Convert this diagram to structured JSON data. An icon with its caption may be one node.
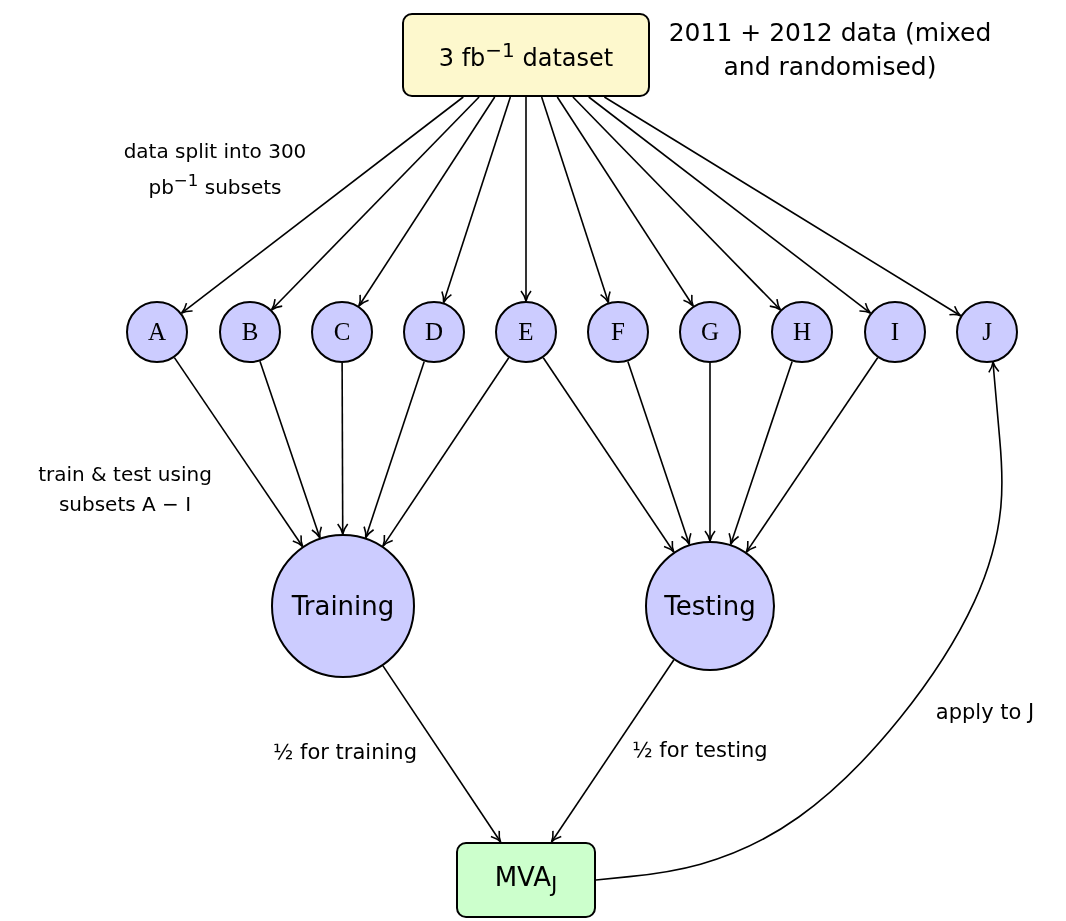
{
  "diagram": {
    "nodes": [
      {
        "text": [
          "3 fb$^{−1}$ dataset"
        ],
        "beside": [
          "2011 + 2012 data (mixed and randomised)"
        ]
      },
      {
        "text": [
          "A"
        ]
      },
      {
        "text": [
          "B"
        ]
      },
      {
        "text": [
          "C"
        ]
      },
      {
        "text": [
          "D"
        ]
      },
      {
        "text": [
          "E"
        ]
      },
      {
        "text": [
          "F"
        ]
      },
      {
        "text": [
          "G"
        ]
      },
      {
        "text": [
          "H"
        ]
      },
      {
        "text": [
          "I"
        ]
      },
      {
        "text": [
          "J"
        ]
      },
      {
        "text": [
          "Training"
        ]
      },
      {
        "text": [
          "Testing"
        ]
      },
      {
        "text": [
          "MVA$_{J}$"
        ]
      }
    ],
    "edges": [
      {
        "from": 0,
        "to": 1,
        "arrow": "to"
      },
      {
        "from": 0,
        "to": 2,
        "arrow": "to"
      },
      {
        "from": 0,
        "to": 3,
        "arrow": "to"
      },
      {
        "from": 0,
        "to": 4,
        "arrow": "to"
      },
      {
        "from": 0,
        "to": 5,
        "arrow": "to"
      },
      {
        "from": 0,
        "to": 6,
        "arrow": "to"
      },
      {
        "from": 0,
        "to": 7,
        "arrow": "to"
      },
      {
        "from": 0,
        "to": 8,
        "arrow": "to"
      },
      {
        "from": 0,
        "to": 9,
        "arrow": "to"
      },
      {
        "from": 0,
        "to": 10,
        "arrow": "to"
      },
      {
        "from": 1,
        "to": 11,
        "arrow": "to"
      },
      {
        "from": 2,
        "to": 11,
        "arrow": "to"
      },
      {
        "from": 3,
        "to": 11,
        "arrow": "to"
      },
      {
        "from": 4,
        "to": 11,
        "arrow": "to"
      },
      {
        "from": 5,
        "to": 11,
        "arrow": "to"
      },
      {
        "from": 5,
        "to": 12,
        "arrow": "to"
      },
      {
        "from": 6,
        "to": 12,
        "arrow": "to"
      },
      {
        "from": 7,
        "to": 12,
        "arrow": "to"
      },
      {
        "from": 8,
        "to": 12,
        "arrow": "to"
      },
      {
        "from": 9,
        "to": 12,
        "arrow": "to"
      },
      {
        "from": 11,
        "to": 13,
        "arrow": "to",
        "label": "½ for training"
      },
      {
        "from": 12,
        "to": 13,
        "arrow": "to",
        "label": "½ for testing"
      },
      {
        "from": 13,
        "to": 10,
        "arrow": "to",
        "label": "apply to J"
      }
    ],
    "labels": [
      "data split into 300 pb$^{−1}$ subsets",
      "train & test using subsets A − I"
    ]
  }
}
